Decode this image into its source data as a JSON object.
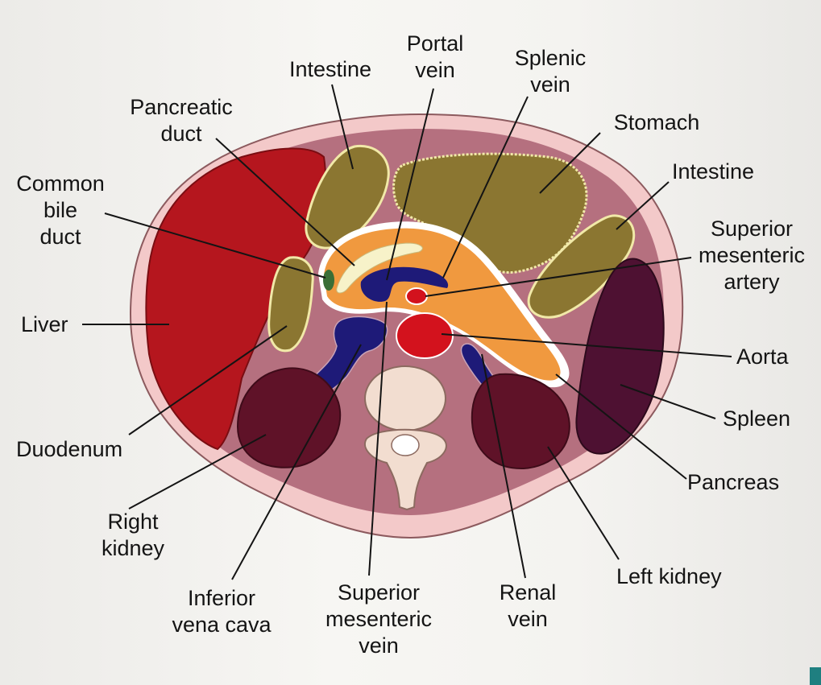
{
  "labels": {
    "intestine_top": "Intestine",
    "portal_vein": "Portal\nvein",
    "splenic_vein": "Splenic\nvein",
    "pancreatic_duct": "Pancreatic\nduct",
    "stomach": "Stomach",
    "intestine_right": "Intestine",
    "common_bile_duct": "Common\nbile\nduct",
    "superior_mesenteric_artery": "Superior\nmesenteric\nartery",
    "liver": "Liver",
    "aorta": "Aorta",
    "spleen": "Spleen",
    "duodenum": "Duodenum",
    "pancreas": "Pancreas",
    "right_kidney": "Right\nkidney",
    "left_kidney": "Left kidney",
    "inferior_vena_cava": "Inferior\nvena cava",
    "superior_mesenteric_vein": "Superior\nmesenteric\nvein",
    "renal_vein": "Renal\nvein"
  },
  "colors": {
    "body_outline": "#f3c9c9",
    "body_interior": "#b5707f",
    "liver": "#b5161e",
    "intestine": "#8b7631",
    "stomach": "#8b7631",
    "pancreas": "#f0993f",
    "vein": "#1e1a78",
    "aorta": "#d3121d",
    "spleen": "#4e1132",
    "kidney": "#5f1228",
    "vertebra": "#f2ddd0",
    "duct": "#f7f2c9",
    "bile_duct": "#3a6e36"
  }
}
